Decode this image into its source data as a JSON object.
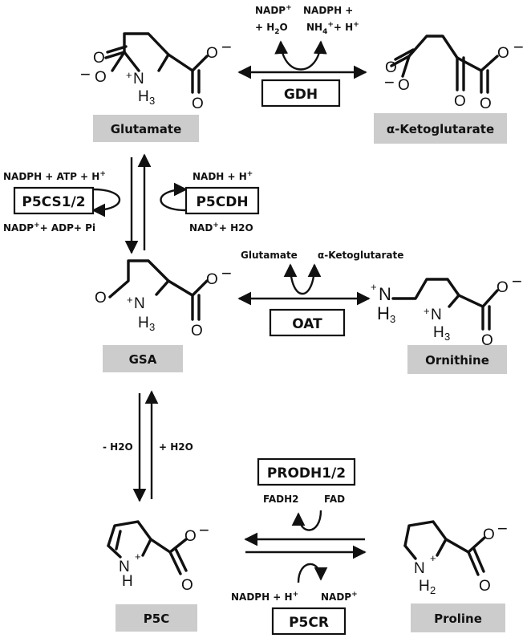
{
  "compounds": {
    "glutamate": "Glutamate",
    "akg": "α-Ketoglutarate",
    "gsa": "GSA",
    "ornithine": "Ornithine",
    "p5c": "P5C",
    "proline": "Proline"
  },
  "enzymes": {
    "gdh": "GDH",
    "p5cs": "P5CS1/2",
    "p5cdh": "P5CDH",
    "oat": "OAT",
    "prodh": "PRODH1/2",
    "p5cr": "P5CR"
  },
  "cofactors": {
    "gdh_left_1": "NADP",
    "gdh_left_1_sup": "+",
    "gdh_left_2": "+ H",
    "gdh_left_2_sub": "2",
    "gdh_left_2_tail": "O",
    "gdh_right_1": "NADPH +",
    "gdh_right_2a": "NH",
    "gdh_right_2a_sub": "4",
    "gdh_right_2a_sup": "+",
    "gdh_right_2b": "+ H",
    "gdh_right_2b_sup": "+",
    "p5cs_in": "NADPH + ATP + H",
    "p5cs_in_sup": "+",
    "p5cs_out_a": "NADP",
    "p5cs_out_a_sup": "+",
    "p5cs_out_b": "+ ADP+ Pi",
    "p5cdh_in": "NADH + H",
    "p5cdh_in_sup": "+",
    "p5cdh_out_a": "NAD",
    "p5cdh_out_a_sup": "+",
    "p5cdh_out_b": "+ H2O",
    "oat_in": "Glutamate",
    "oat_out": "α-Ketoglutarate",
    "dehydration": "- H2O",
    "hydration": "+ H2O",
    "prodh_out": "FADH2",
    "prodh_in": "FAD",
    "p5cr_in": "NADPH + H",
    "p5cr_in_sup": "+",
    "p5cr_out": "NADP",
    "p5cr_out_sup": "+"
  },
  "atoms": {
    "O": "O",
    "N": "N",
    "H": "H",
    "H3": "H3",
    "H2": "H2",
    "plus": "+",
    "minus": "−"
  }
}
